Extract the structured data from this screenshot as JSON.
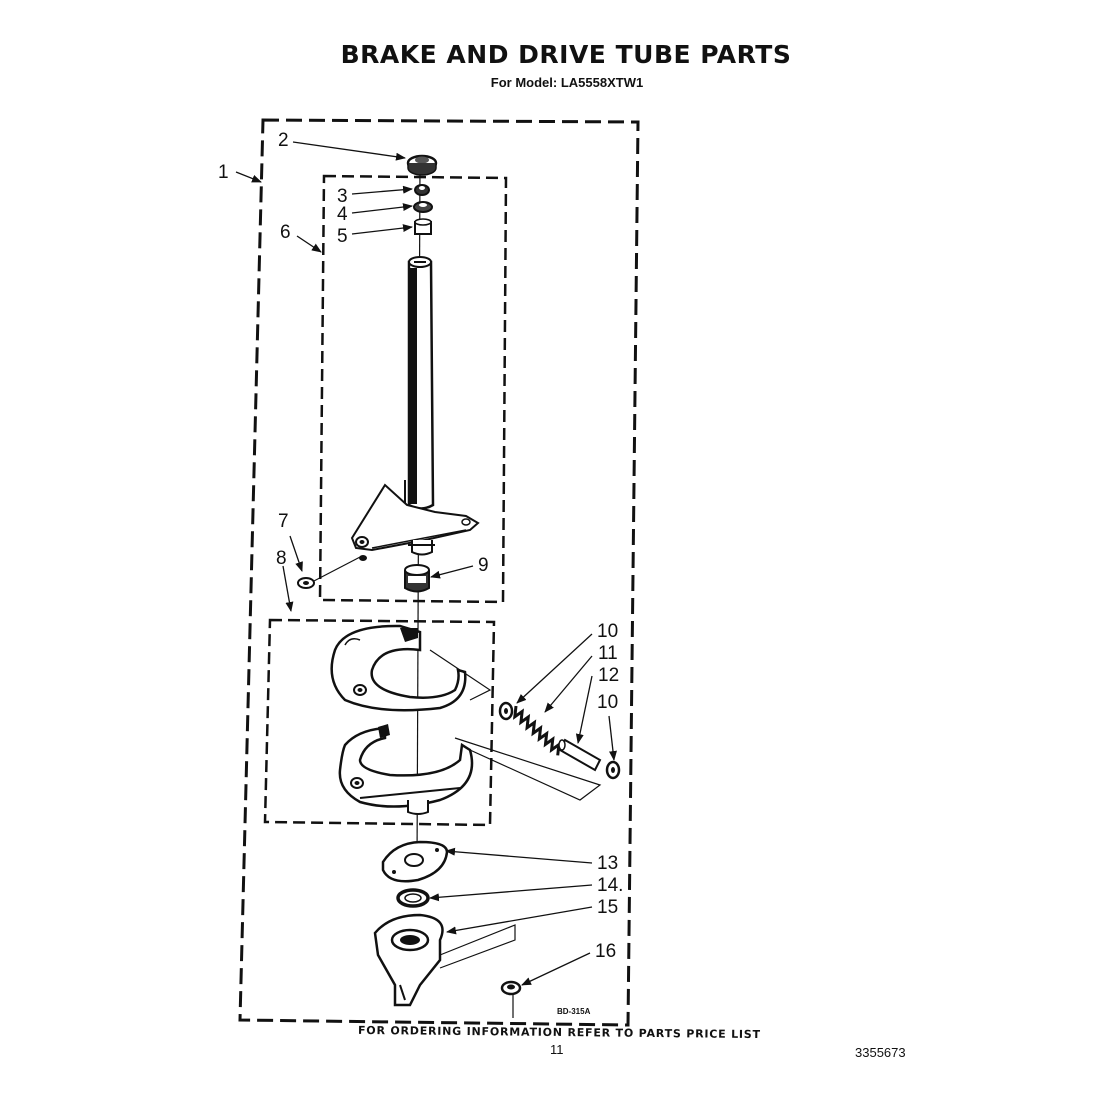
{
  "title": "BRAKE AND DRIVE TUBE PARTS",
  "subtitle": "For Model: LA5558XTW1",
  "callouts": [
    "1",
    "2",
    "3",
    "4",
    "5",
    "6",
    "7",
    "8",
    "9",
    "10",
    "11",
    "12",
    "10",
    "13",
    "14.",
    "15",
    "16"
  ],
  "diagram_code": "BD-315A",
  "footer_note": "FOR ORDERING INFORMATION REFER TO PARTS PRICE LIST",
  "page_number": "11",
  "document_number": "3355673"
}
